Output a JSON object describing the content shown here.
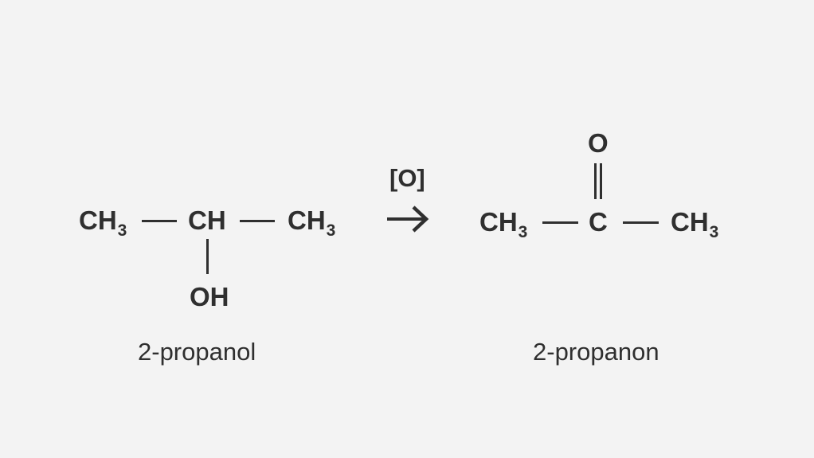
{
  "reactant": {
    "left_group": "CH",
    "left_group_sub": "3",
    "center_group": "CH",
    "right_group": "CH",
    "right_group_sub": "3",
    "substituent": "OH",
    "name": "2-propanol"
  },
  "reagent": {
    "label": "[O]"
  },
  "product": {
    "left_group": "CH",
    "left_group_sub": "3",
    "center_atom": "C",
    "right_group": "CH",
    "right_group_sub": "3",
    "double_bond_atom": "O",
    "name": "2-propanon"
  },
  "colors": {
    "ink": "#2f2f2f",
    "background": "#f3f3f3"
  }
}
